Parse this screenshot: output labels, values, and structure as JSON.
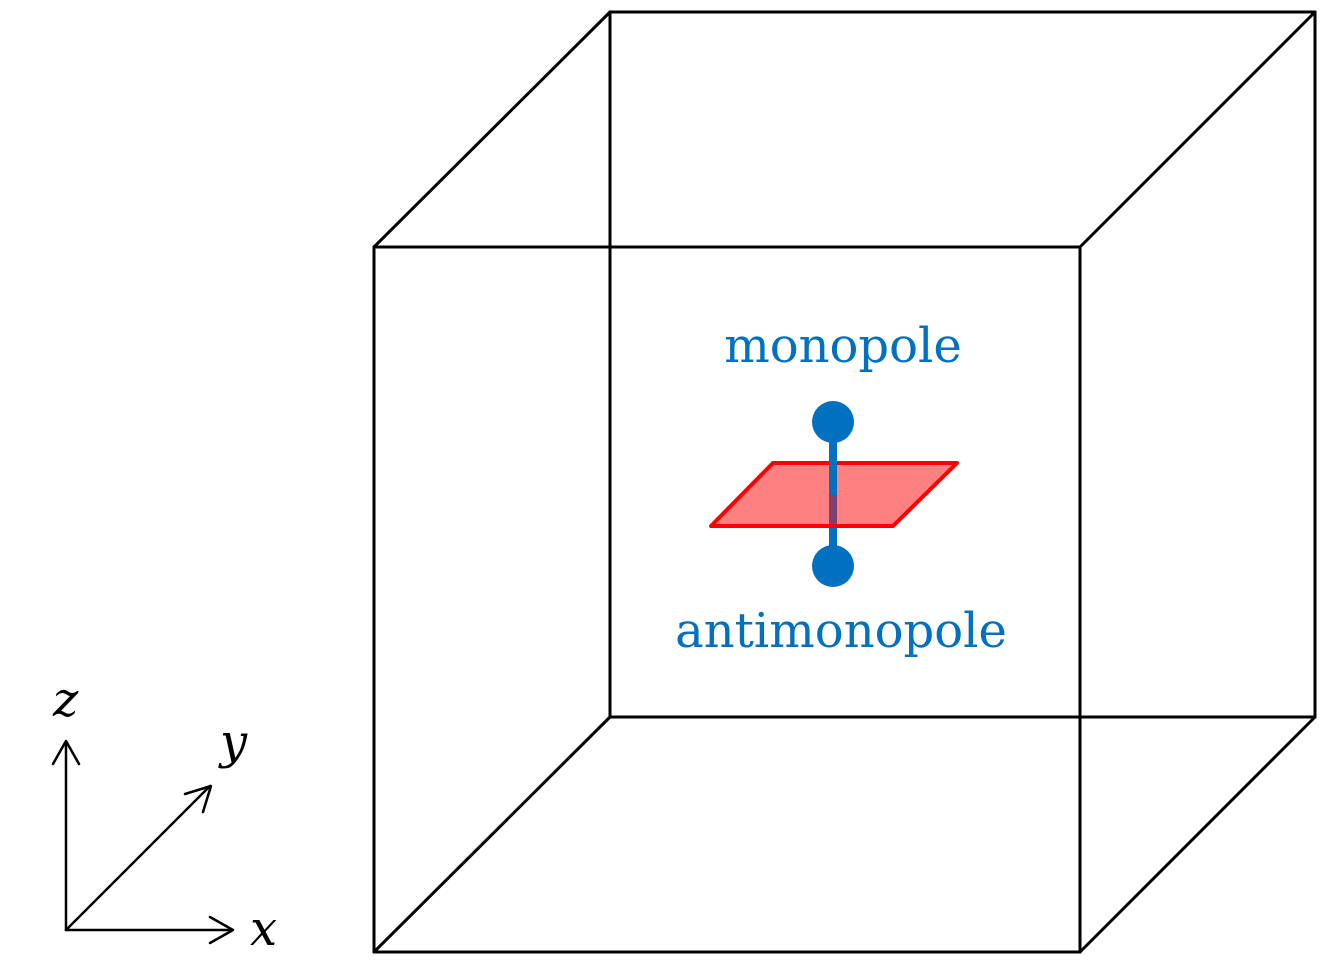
{
  "labels": {
    "monopole": "monopole",
    "antimonopole": "antimonopole"
  },
  "axes": {
    "x": "x",
    "y": "y",
    "z": "z"
  },
  "colors": {
    "cube_edges": "#000000",
    "monopole": "#0070c0",
    "plane_fill": "#ff8080",
    "plane_stroke": "#ff0000",
    "string_inside_plane": "#7f3f6f",
    "axes": "#000000"
  }
}
